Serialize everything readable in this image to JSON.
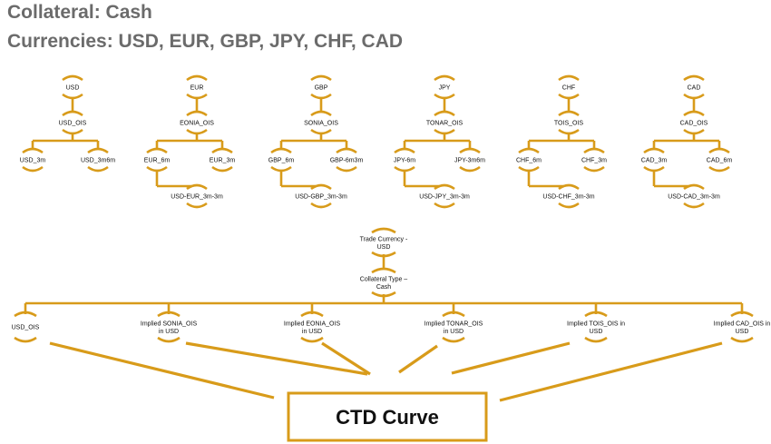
{
  "header": {
    "line1": "Collateral:  Cash",
    "line2": "Currencies:  USD, EUR, GBP, JPY, CHF, CAD"
  },
  "colors": {
    "accent": "#D89B1A",
    "title": "#6b6b6b"
  },
  "trees": [
    {
      "top": "USD",
      "mid": "USD_OIS",
      "left": "USD_3m",
      "right": "USD_3m6m",
      "bottom": ""
    },
    {
      "top": "EUR",
      "mid": "EONIA_OIS",
      "left": "EUR_6m",
      "right": "EUR_3m",
      "bottom": "USD-EUR_3m-3m"
    },
    {
      "top": "GBP",
      "mid": "SONIA_OIS",
      "left": "GBP_6m",
      "right": "GBP-6m3m",
      "bottom": "USD-GBP_3m-3m"
    },
    {
      "top": "JPY",
      "mid": "TONAR_OIS",
      "left": "JPY-6m",
      "right": "JPY-3m6m",
      "bottom": "USD-JPY_3m-3m"
    },
    {
      "top": "CHF",
      "mid": "TOIS_OIS",
      "left": "CHF_6m",
      "right": "CHF_3m",
      "bottom": "USD-CHF_3m-3m"
    },
    {
      "top": "CAD",
      "mid": "CAD_OIS",
      "left": "CAD_3m",
      "right": "CAD_6m",
      "bottom": "USD-CAD_3m-3m"
    }
  ],
  "hierarchy": {
    "root": [
      "Trade Currency -",
      "USD"
    ],
    "collateral": [
      "Collateral Type –",
      "Cash"
    ],
    "curves": [
      [
        "USD_OIS"
      ],
      [
        "Implied SONIA_OIS",
        "in USD"
      ],
      [
        "Implied EONIA_OIS",
        "in USD"
      ],
      [
        "Implied TONAR_OIS",
        "in USD"
      ],
      [
        "Implied TOIS_OIS in",
        "USD"
      ],
      [
        "Implied CAD_OIS in",
        "USD"
      ]
    ]
  },
  "ctd": {
    "label": "CTD Curve"
  }
}
